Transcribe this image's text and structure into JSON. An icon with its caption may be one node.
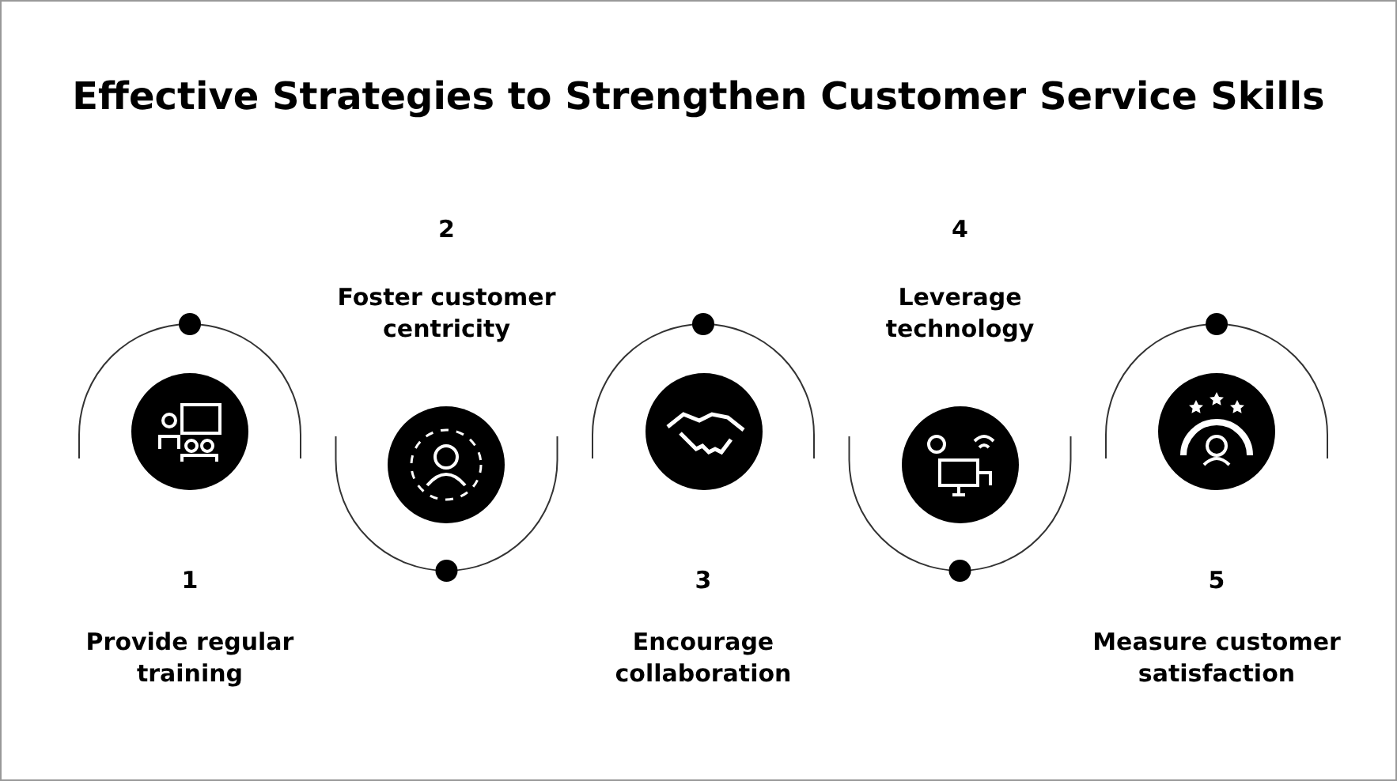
{
  "diagram": {
    "title": "Effective Strategies to Strengthen Customer Service Skills",
    "nodes": [
      {
        "text": [],
        "shape": "circle",
        "beside": [
          "1",
          "Provide regular training"
        ]
      },
      {
        "text": [],
        "shape": "circle",
        "beside": [
          "2",
          "Foster customer centricity"
        ]
      },
      {
        "text": [],
        "shape": "circle",
        "beside": [
          "3",
          "Encourage collaboration"
        ]
      },
      {
        "text": [],
        "shape": "circle",
        "beside": [
          "4",
          "Leverage technology"
        ]
      },
      {
        "text": [],
        "shape": "circle",
        "beside": [
          "5",
          "Measure customer satisfaction"
        ]
      }
    ]
  }
}
